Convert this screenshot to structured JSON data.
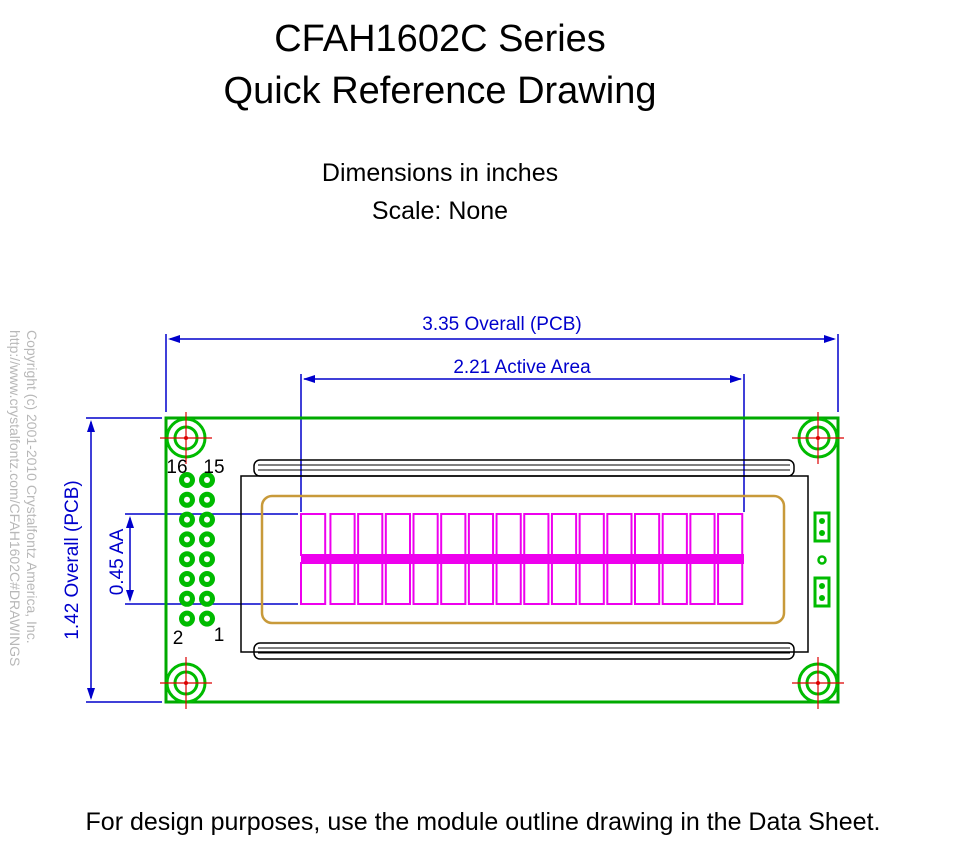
{
  "header": {
    "title_line1": "CFAH1602C Series",
    "title_line2": "Quick Reference Drawing",
    "dimensions_note": "Dimensions in inches",
    "scale_note": "Scale: None"
  },
  "copyright": {
    "line1": "Copyright (c) 2001-2010 Crystalfontz America, Inc.",
    "line2": "http://www.crystalfontz.com/CFAH1602C#DRAWINGS"
  },
  "drawing": {
    "overall_width_label": "3.35 Overall (PCB)",
    "active_area_label": "2.21 Active Area",
    "overall_height_label": "1.42 Overall (PCB)",
    "aa_height_label": "0.45 AA",
    "pin_labels": {
      "pin16": "16",
      "pin15": "15",
      "pin2": "2",
      "pin1": "1"
    },
    "character_columns": 16,
    "character_rows": 2,
    "colors": {
      "pcb_outline": "#00aa00",
      "pin_pad": "#00bb00",
      "dimension_line": "#0000cc",
      "bezel": "#c89a3a",
      "characters": "#ee00ee",
      "mount_crosshair": "#dd0000"
    }
  },
  "footer": {
    "note": "For design purposes, use the module outline drawing in the Data Sheet."
  }
}
